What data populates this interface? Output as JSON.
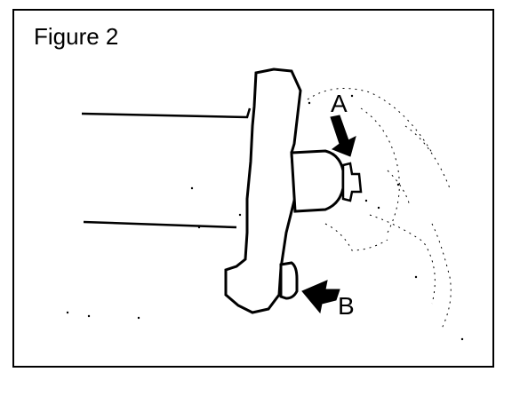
{
  "figure": {
    "title": "Figure 2",
    "callouts": {
      "a": "A",
      "b": "B"
    }
  },
  "colors": {
    "ink": "#000000",
    "paper": "#ffffff"
  }
}
